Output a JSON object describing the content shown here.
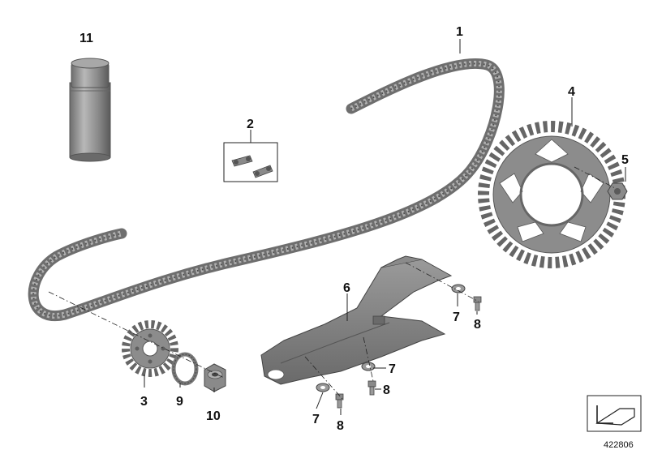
{
  "diagram": {
    "callouts": [
      {
        "id": "c1",
        "label": "1"
      },
      {
        "id": "c2",
        "label": "2"
      },
      {
        "id": "c3",
        "label": "3"
      },
      {
        "id": "c4",
        "label": "4"
      },
      {
        "id": "c5",
        "label": "5"
      },
      {
        "id": "c6",
        "label": "6"
      },
      {
        "id": "c7a",
        "label": "7"
      },
      {
        "id": "c7b",
        "label": "7"
      },
      {
        "id": "c7c",
        "label": "7"
      },
      {
        "id": "c8a",
        "label": "8"
      },
      {
        "id": "c8b",
        "label": "8"
      },
      {
        "id": "c8c",
        "label": "8"
      },
      {
        "id": "c9",
        "label": "9"
      },
      {
        "id": "c10",
        "label": "10"
      },
      {
        "id": "c11",
        "label": "11"
      }
    ],
    "doc_number": "422806",
    "part_color": "#8c8c8c",
    "part_dark": "#5c5c5c",
    "part_light": "#b4b4b4"
  }
}
